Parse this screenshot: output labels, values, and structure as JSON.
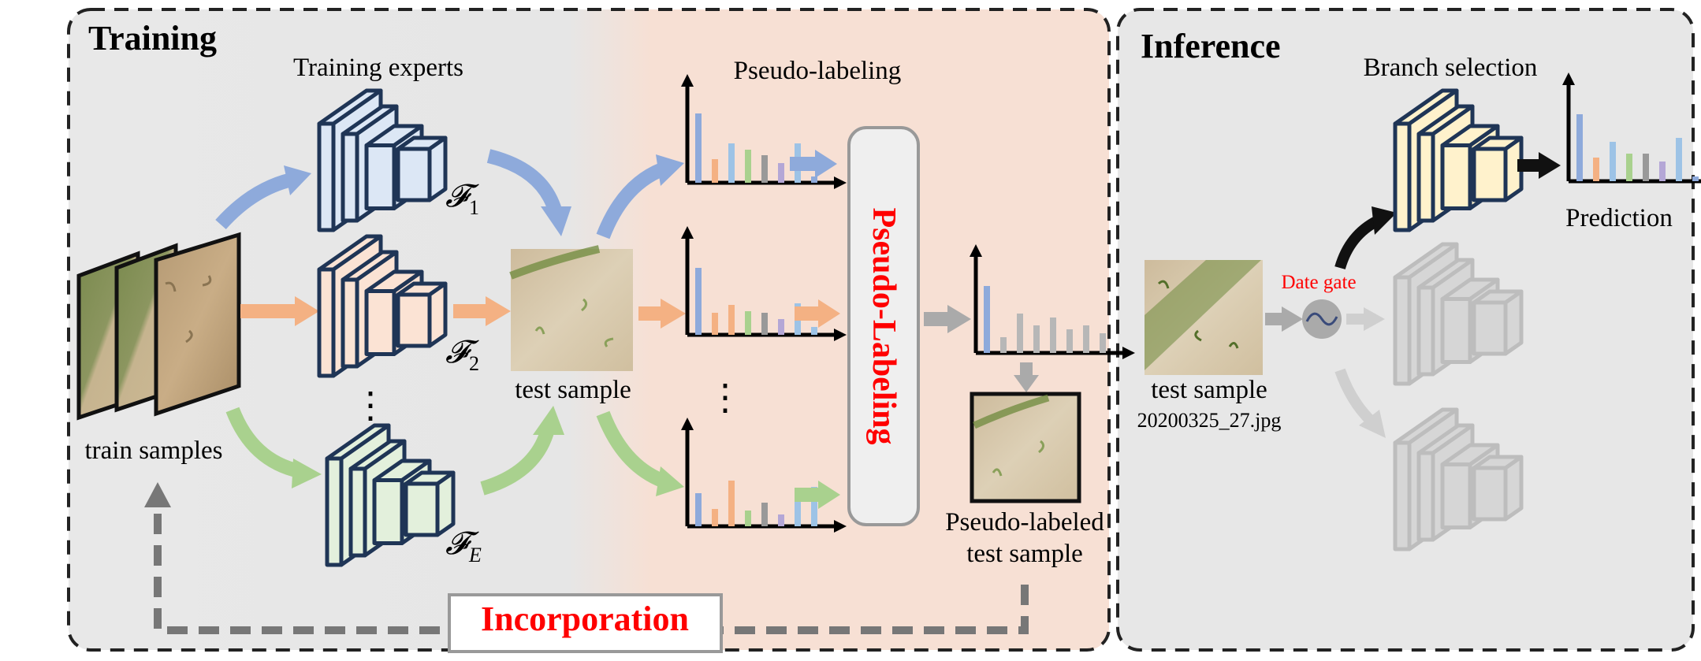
{
  "training": {
    "title": "Training",
    "experts_label": "Training experts",
    "pseudo_label_header": "Pseudo-labeling",
    "train_samples_label": "train samples",
    "test_sample_label": "test sample",
    "expert_names": [
      "𝓕",
      "𝓕",
      "𝓕"
    ],
    "expert_subscripts": [
      "1",
      "2",
      "E"
    ],
    "pseudo_labeling_box": "Pseudo-Labeling",
    "pseudo_labeled_line1": "Pseudo-labeled",
    "pseudo_labeled_line2": "test sample",
    "incorporation": "Incorporation",
    "ellipsis": "⋮"
  },
  "inference": {
    "title": "Inference",
    "branch_selection": "Branch selection",
    "date_gate": "Date gate",
    "test_sample_label": "test sample",
    "filename": "20200325_27.jpg",
    "prediction": "Prediction"
  },
  "colors": {
    "blue": "#8eaadb",
    "orange": "#f4b183",
    "green": "#a9d18e",
    "red": "#ff0000",
    "yellow": "#fff2cc",
    "purple": "#b4a7d6"
  },
  "histograms": {
    "blue": [
      0.88,
      0.3,
      0.5,
      0.42,
      0.35,
      0.25,
      0.5,
      0.08
    ],
    "orange": [
      0.85,
      0.28,
      0.38,
      0.3,
      0.28,
      0.2,
      0.4,
      0.1
    ],
    "green": [
      0.42,
      0.22,
      0.58,
      0.2,
      0.3,
      0.15,
      0.4,
      0.5
    ],
    "pseudo": [
      0.85,
      0.2,
      0.5,
      0.35,
      0.45,
      0.3,
      0.35,
      0.25
    ],
    "prediction": [
      0.85,
      0.3,
      0.5,
      0.35,
      0.35,
      0.25,
      0.55,
      0.06
    ]
  }
}
